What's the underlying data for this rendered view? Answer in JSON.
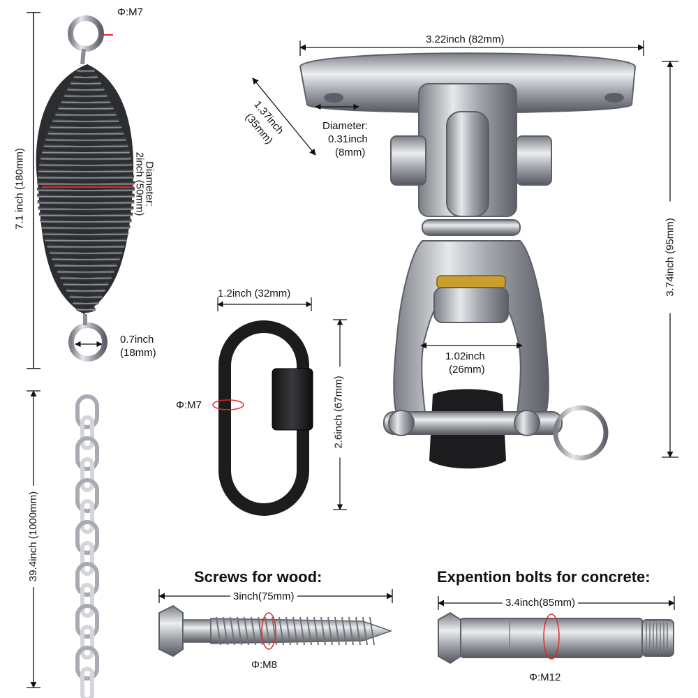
{
  "spring": {
    "hole": "Φ:M7",
    "length": "7.1 inch (180mm)",
    "diameter_line1": "Diameter:",
    "diameter_line2": "2inch (50mm)",
    "eye_line1": "0.7inch",
    "eye_line2": "(18mm)"
  },
  "swivel": {
    "plate_width": "3.22inch (82mm)",
    "hole_spacing_line1": "1.37inch",
    "hole_spacing_line2": "(35mm)",
    "hole_diameter_line1": "Diameter:",
    "hole_diameter_line2": "0.31inch",
    "hole_diameter_line3": "(8mm)",
    "height": "3.74inch (95mm)",
    "opening_line1": "1.02inch",
    "opening_line2": "(26mm)"
  },
  "carabiner": {
    "width": "1.2inch (32mm)",
    "wire": "Φ:M7",
    "height": "2.6inch (67mm)"
  },
  "chain": {
    "length": "39.4inch (1000mm)"
  },
  "wood_screw": {
    "heading": "Screws for wood:",
    "length": "3inch(75mm)",
    "thread": "Φ:M8"
  },
  "expansion_bolt": {
    "heading": "Expention bolts for concrete:",
    "length": "3.4inch(85mm)",
    "thread": "Φ:M12"
  },
  "colors": {
    "steel": "#b9bcc0",
    "steel_dark": "#6e7278",
    "black": "#1c1c1e",
    "brass": "#c9a030",
    "accent_red": "#e0282a"
  }
}
